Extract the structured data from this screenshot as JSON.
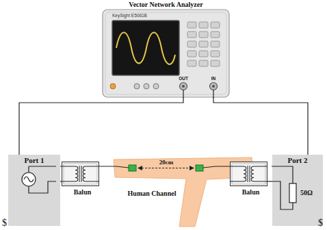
{
  "diagram": {
    "nodes": [
      {
        "text": [
          "Vector Network Analyzer",
          "KeySight E5061B"
        ]
      },
      {
        "text": [
          "Port 1"
        ]
      },
      {
        "text": [
          "Balun"
        ]
      },
      {
        "text": [
          "Balun"
        ]
      },
      {
        "text": [
          "Port 2"
        ]
      }
    ],
    "edges": [
      {
        "from": 0,
        "to": 1,
        "arrow": "none"
      },
      {
        "from": 0,
        "to": 4,
        "arrow": "none"
      },
      {
        "from": 1,
        "to": 2,
        "arrow": "none"
      },
      {
        "from": 3,
        "to": 4,
        "arrow": "none"
      }
    ],
    "labels": [
      "OUT",
      "IN",
      "20cm",
      "Human Channel",
      "50Ω",
      "$",
      "$"
    ]
  }
}
